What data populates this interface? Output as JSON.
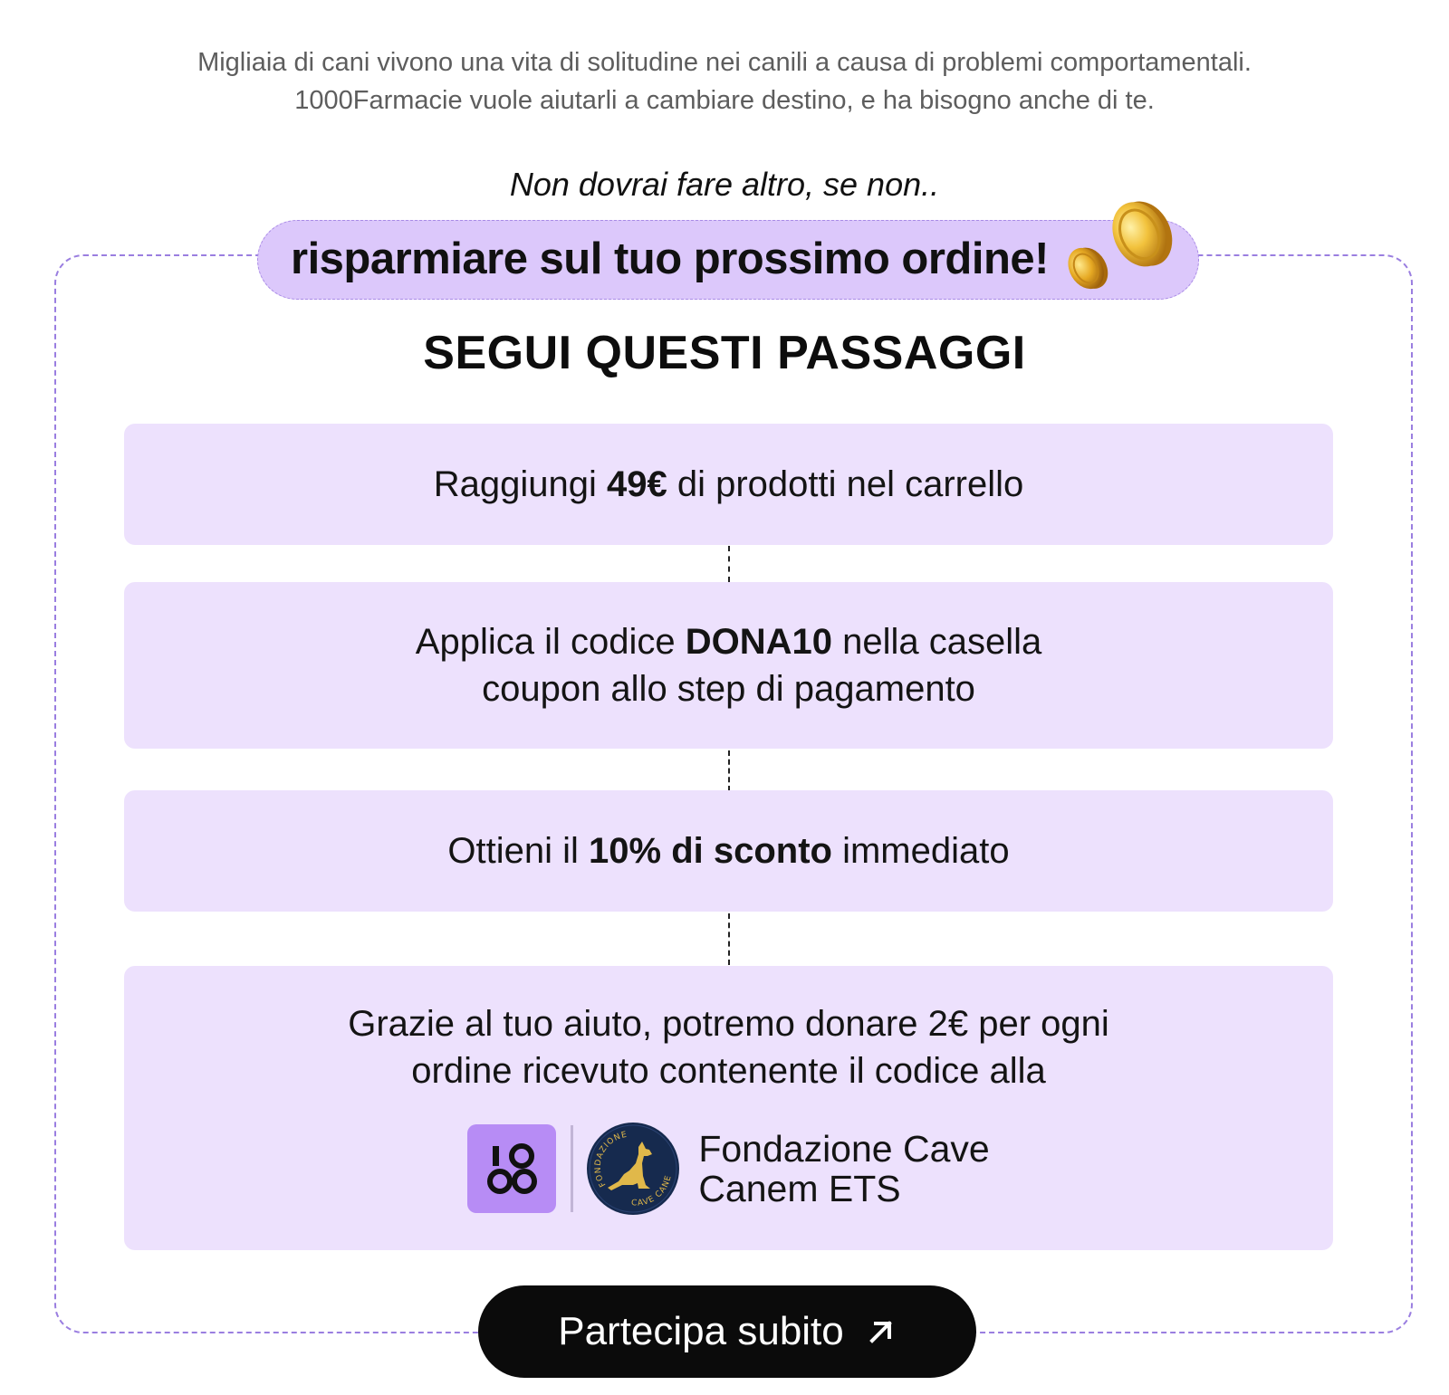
{
  "intro": {
    "line1": "Migliaia di cani vivono una vita di solitudine nei canili a causa di problemi comportamentali.",
    "line2": "1000Farmacie vuole aiutarli a cambiare destino, e ha bisogno anche di te."
  },
  "subtitle": "Non dovrai fare altro, se non..",
  "highlight": "risparmiare sul tuo prossimo ordine!",
  "heading": "SEGUI QUESTI PASSAGGI",
  "steps": {
    "step1": {
      "pre": "Raggiungi ",
      "bold": "49€",
      "post": " di prodotti nel carrello"
    },
    "step2": {
      "pre": "Applica il codice ",
      "bold": "DONA10",
      "post": " nella casella",
      "line2": "coupon allo step di pagamento"
    },
    "step3": {
      "pre": "Ottieni il ",
      "bold": "10% di sconto",
      "post": " immediato"
    },
    "step4": {
      "line1": "Grazie al tuo aiuto, potremo donare 2€ per ogni",
      "line2": "ordine ricevuto contenente il codice alla"
    }
  },
  "partner": {
    "logo_1000_text": "1000",
    "seal_text_top": "FONDAZIONE",
    "seal_text_bottom": "CAVE CANEM",
    "name_line1": "Fondazione Cave",
    "name_line2": "Canem ETS"
  },
  "cta": {
    "label": "Partecipa subito",
    "icon": "arrow-up-right-icon"
  },
  "colors": {
    "pill": "#dcc8fb",
    "step_bg": "#ede1fd",
    "dashed_border": "#9a7ee0",
    "logo_1000_bg": "#b78cf5",
    "seal_navy": "#162a4e",
    "seal_gold": "#e0b84a",
    "cta_bg": "#0b0b0b"
  }
}
